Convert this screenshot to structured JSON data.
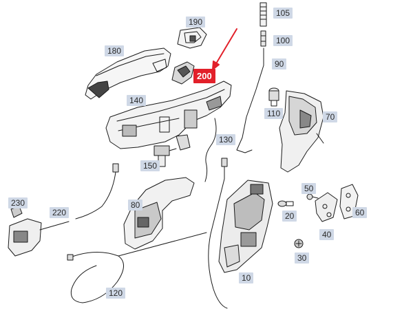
{
  "diagram": {
    "highlight_color": "#e2202a",
    "label_bg": "#cfd8e6",
    "parts": [
      {
        "id": "p105",
        "label": "105"
      },
      {
        "id": "p190",
        "label": "190"
      },
      {
        "id": "p100",
        "label": "100"
      },
      {
        "id": "p180",
        "label": "180"
      },
      {
        "id": "p90",
        "label": "90"
      },
      {
        "id": "p200",
        "label": "200",
        "highlight": true
      },
      {
        "id": "p140",
        "label": "140"
      },
      {
        "id": "p110",
        "label": "110"
      },
      {
        "id": "p70",
        "label": "70"
      },
      {
        "id": "p130",
        "label": "130"
      },
      {
        "id": "p150",
        "label": "150"
      },
      {
        "id": "p50",
        "label": "50"
      },
      {
        "id": "p230",
        "label": "230"
      },
      {
        "id": "p80",
        "label": "80"
      },
      {
        "id": "p220",
        "label": "220"
      },
      {
        "id": "p60",
        "label": "60"
      },
      {
        "id": "p20",
        "label": "20"
      },
      {
        "id": "p40",
        "label": "40"
      },
      {
        "id": "p30",
        "label": "30"
      },
      {
        "id": "p10",
        "label": "10"
      },
      {
        "id": "p120",
        "label": "120"
      }
    ]
  }
}
